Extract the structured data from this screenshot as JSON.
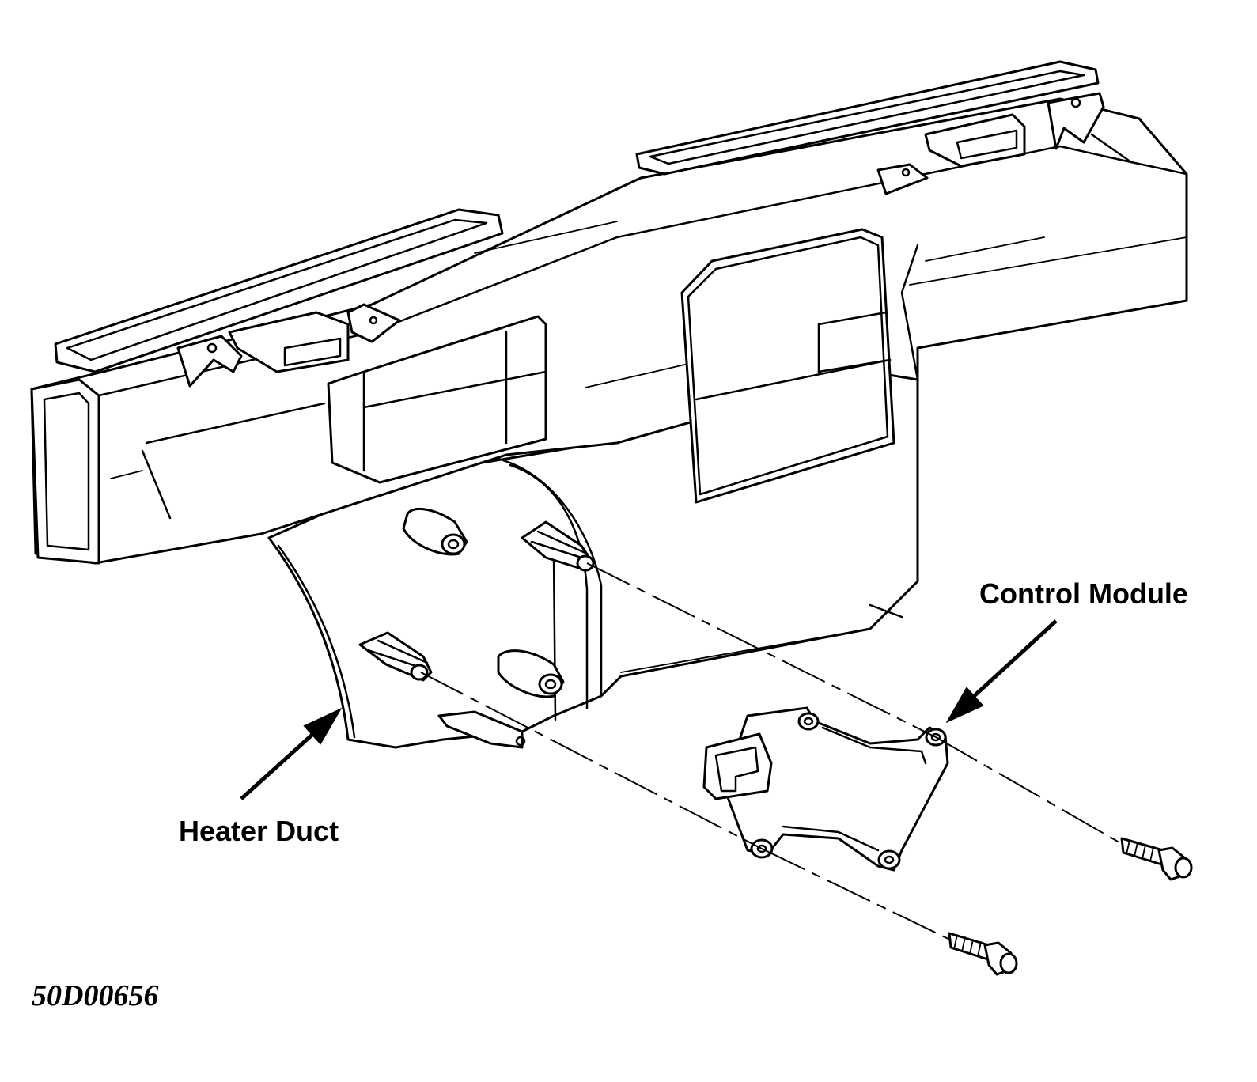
{
  "labels": {
    "control_module": "Control Module",
    "heater_duct": "Heater Duct"
  },
  "figure_id": "50D00656",
  "parts": [
    "heater-duct",
    "control-module",
    "screw",
    "screw"
  ]
}
